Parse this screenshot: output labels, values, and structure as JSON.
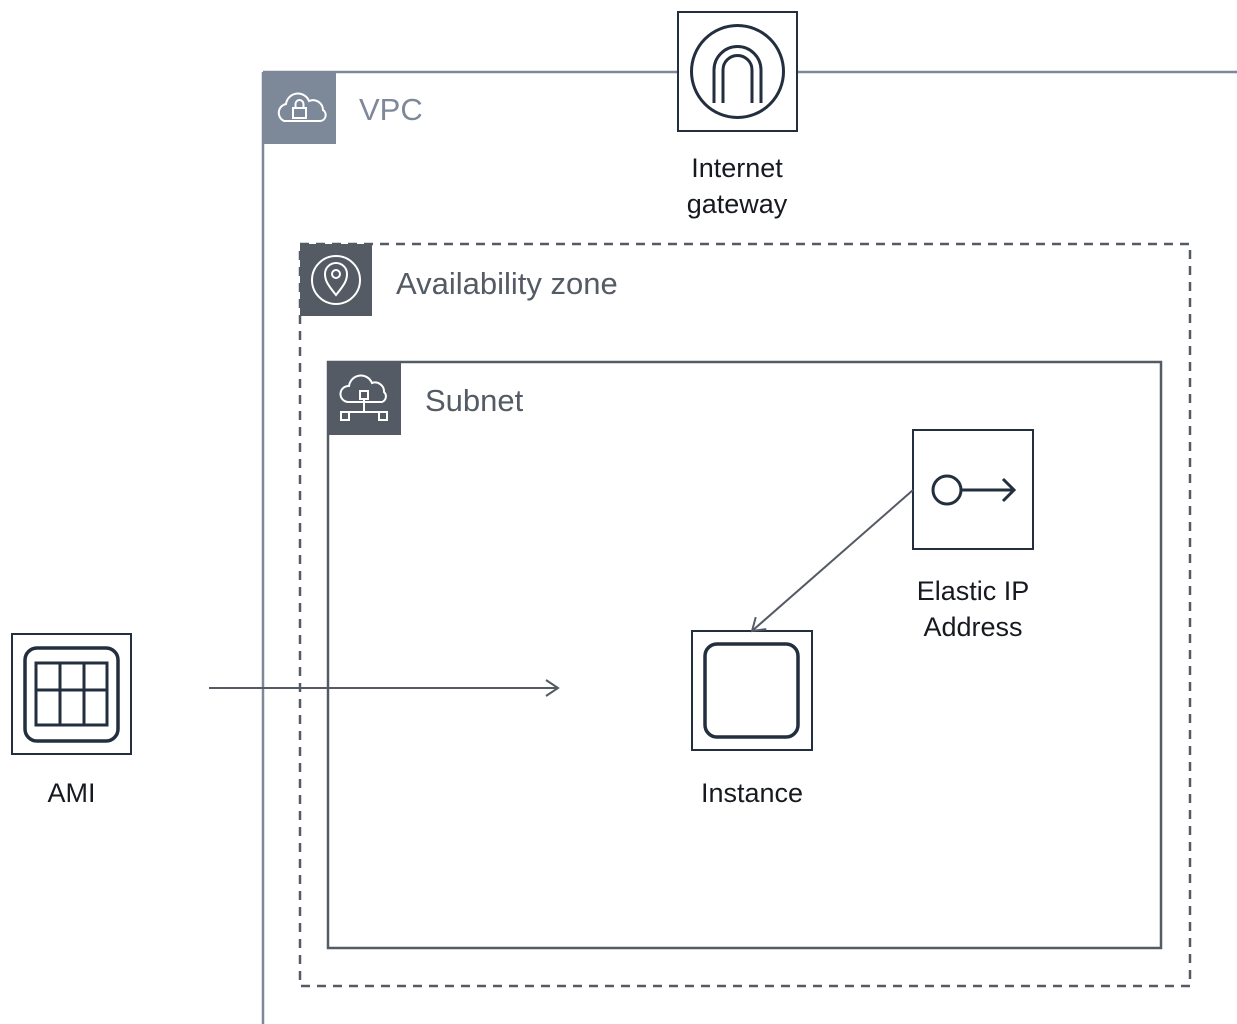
{
  "groups": {
    "vpc": {
      "title": "VPC",
      "icon": "cloud-lock-icon"
    },
    "availability_zone": {
      "title": "Availability zone",
      "icon": "location-pin-icon"
    },
    "subnet": {
      "title": "Subnet",
      "icon": "cloud-network-icon"
    }
  },
  "nodes": {
    "internet_gateway": {
      "line1": "Internet",
      "line2": "gateway",
      "icon": "internet-gateway-icon"
    },
    "elastic_ip": {
      "line1": "Elastic IP",
      "line2": "Address",
      "icon": "elastic-ip-icon"
    },
    "instance": {
      "label": "Instance",
      "icon": "instance-icon"
    },
    "ami": {
      "label": "AMI",
      "icon": "ami-icon"
    }
  },
  "colors": {
    "vpc_border": "#7d8998",
    "group_border": "#545b64",
    "icon_stroke": "#232f3e",
    "text": "#16191f"
  }
}
